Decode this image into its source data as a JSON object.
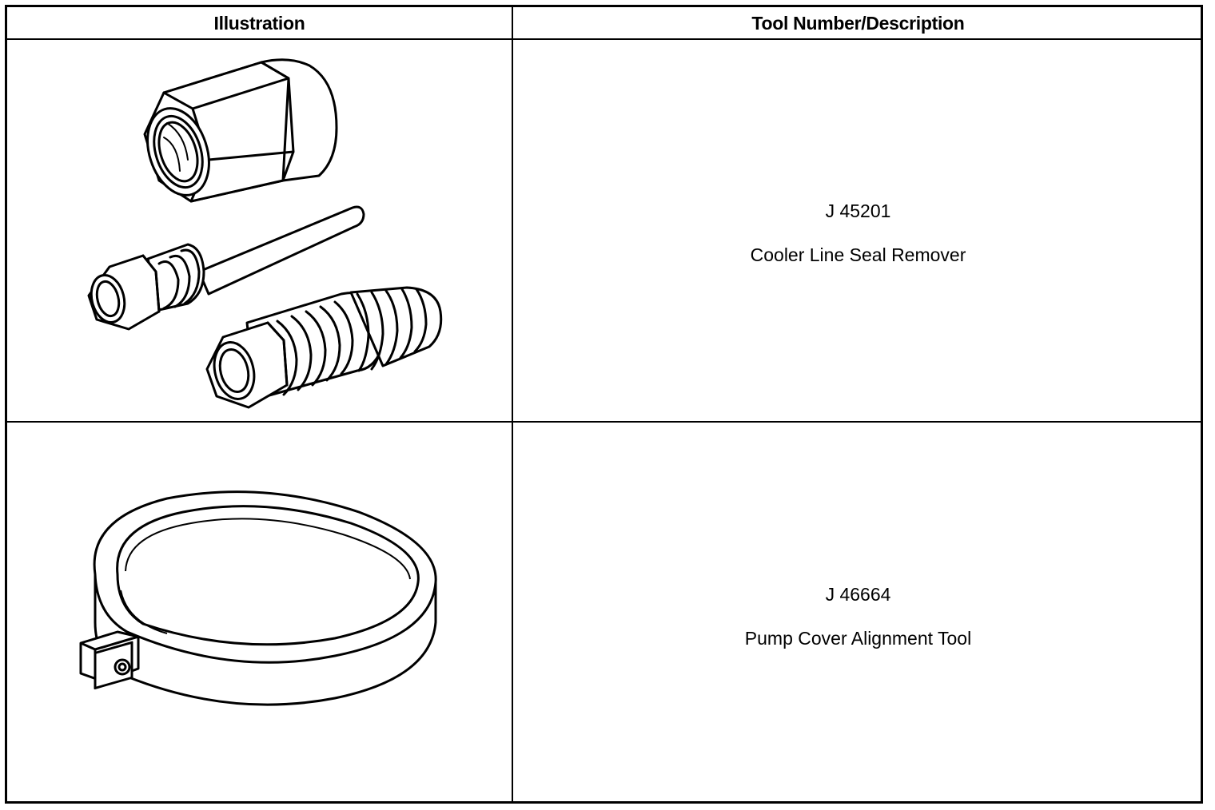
{
  "table": {
    "headers": {
      "illustration": "Illustration",
      "tool": "Tool Number/Description"
    },
    "rows": [
      {
        "tool_number": "J 45201",
        "description": "Cooler Line Seal Remover",
        "illustration_icon": "cooler-line-seal-remover-illustration"
      },
      {
        "tool_number": "J 46664",
        "description": "Pump Cover Alignment Tool",
        "illustration_icon": "pump-cover-alignment-tool-illustration"
      }
    ]
  }
}
